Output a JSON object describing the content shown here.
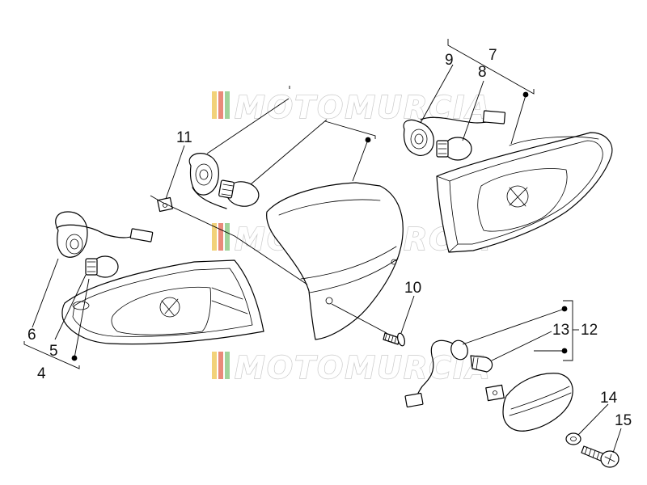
{
  "diagram": {
    "callouts": [
      {
        "id": "c4",
        "text": "4"
      },
      {
        "id": "c5",
        "text": "5"
      },
      {
        "id": "c6",
        "text": "6"
      },
      {
        "id": "c7",
        "text": "7"
      },
      {
        "id": "c8",
        "text": "8"
      },
      {
        "id": "c9",
        "text": "9"
      },
      {
        "id": "c10",
        "text": "10"
      },
      {
        "id": "c11",
        "text": "11"
      },
      {
        "id": "c12",
        "text": "12"
      },
      {
        "id": "c13",
        "text": "13"
      },
      {
        "id": "c14",
        "text": "14"
      },
      {
        "id": "c15",
        "text": "15"
      }
    ],
    "watermark": {
      "text": "MOTOMURCIA",
      "colors": [
        "#f2d27a",
        "#e98a7a",
        "#9fd39a"
      ]
    }
  }
}
